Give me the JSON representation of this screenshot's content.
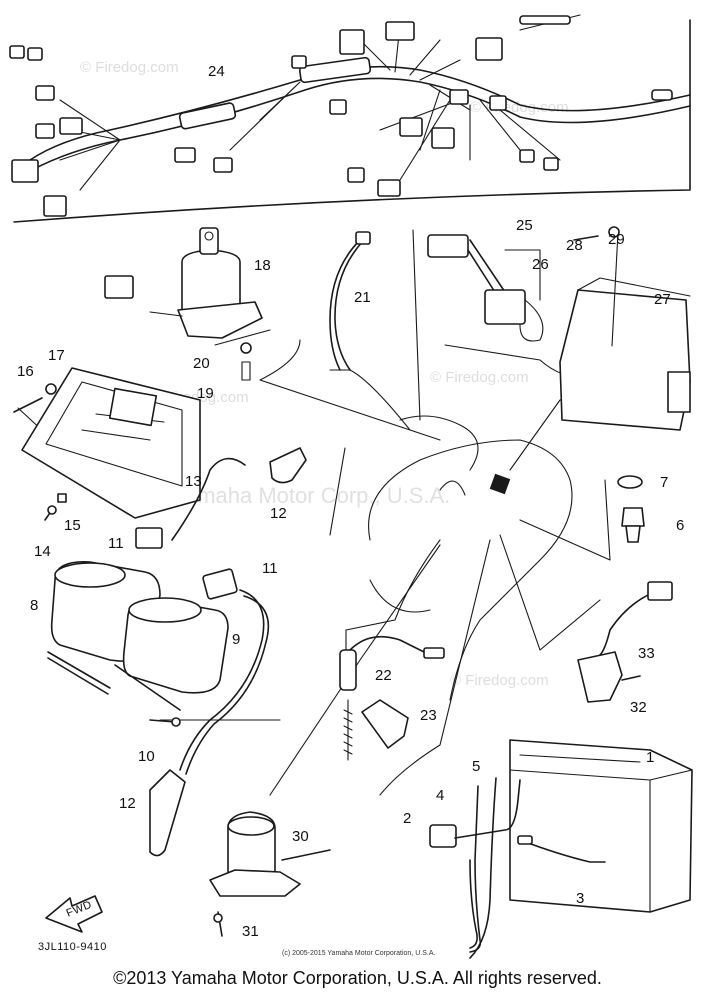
{
  "watermarks": {
    "firedog_1": "© Firedog.com",
    "firedog_2": "© Firedog.com",
    "firedog_3": "© Firedog.com",
    "firedog_4": "© Firedog.com",
    "firedog_main": "© Firedog.com",
    "yamaha": "© Yamaha Motor Corp., U.S.A."
  },
  "diagram_code": "3JL110-9410",
  "fwd_label": "FWD",
  "fine_print": "(c) 2005-2015 Yamaha Motor Corporation, U.S.A.",
  "copyright": "©2013 Yamaha Motor Corporation, U.S.A. All rights reserved.",
  "callouts": {
    "p1": "1",
    "p2": "2",
    "p3": "3",
    "p4": "4",
    "p5": "5",
    "p6": "6",
    "p7": "7",
    "p8": "8",
    "p9": "9",
    "p10": "10",
    "p11a": "11",
    "p11b": "11",
    "p12a": "12",
    "p12b": "12",
    "p13": "13",
    "p14": "14",
    "p15": "15",
    "p16": "16",
    "p17": "17",
    "p18": "18",
    "p19": "19",
    "p20": "20",
    "p21": "21",
    "p22": "22",
    "p23": "23",
    "p24": "24",
    "p25": "25",
    "p26": "26",
    "p27": "27",
    "p28": "28",
    "p29": "29",
    "p30": "30",
    "p31": "31",
    "p32": "32",
    "p33": "33"
  }
}
